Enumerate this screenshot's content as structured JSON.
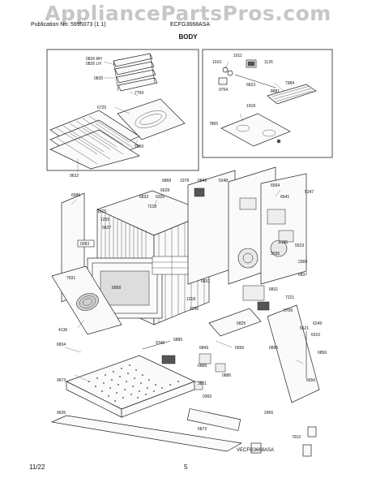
{
  "watermark": "AppliancePartsPros.com",
  "header": {
    "publication": "Publication No: 5995073 (1 1)",
    "model": "ECFG3668ASA",
    "section_title": "BODY"
  },
  "footer": {
    "date": "11/22",
    "page": "5"
  },
  "diagram_id": "VECFG3668ASA",
  "callouts": [
    {
      "id": "c1",
      "text": "0826 RH"
    },
    {
      "id": "c2",
      "text": "0826 LH"
    },
    {
      "id": "c3",
      "text": "0835"
    },
    {
      "id": "c4",
      "text": "7769"
    },
    {
      "id": "c5",
      "text": "6725"
    },
    {
      "id": "c6",
      "text": "7069"
    },
    {
      "id": "c7",
      "text": "9632"
    },
    {
      "id": "c8",
      "text": "1010"
    },
    {
      "id": "c9",
      "text": "1011"
    },
    {
      "id": "c10",
      "text": "1126"
    },
    {
      "id": "c11",
      "text": "9754"
    },
    {
      "id": "c12",
      "text": "6823"
    },
    {
      "id": "c13",
      "text": "7984"
    },
    {
      "id": "c14",
      "text": "8881"
    },
    {
      "id": "c15",
      "text": "1918"
    },
    {
      "id": "c16",
      "text": "7865"
    },
    {
      "id": "c17",
      "text": "6868"
    },
    {
      "id": "c18",
      "text": "1978"
    },
    {
      "id": "c19",
      "text": "6846"
    },
    {
      "id": "c20",
      "text": "5248"
    },
    {
      "id": "c21",
      "text": "6628"
    },
    {
      "id": "c22",
      "text": "6594"
    },
    {
      "id": "c23",
      "text": "6586"
    },
    {
      "id": "c24",
      "text": "6833"
    },
    {
      "id": "c25",
      "text": "6320"
    },
    {
      "id": "c26",
      "text": "6541"
    },
    {
      "id": "c27",
      "text": "5247"
    },
    {
      "id": "c28",
      "text": "7218"
    },
    {
      "id": "c29",
      "text": "1215"
    },
    {
      "id": "c30",
      "text": "1255"
    },
    {
      "id": "c31",
      "text": "6627"
    },
    {
      "id": "c32",
      "text": "2155"
    },
    {
      "id": "c33",
      "text": "5523"
    },
    {
      "id": "c34",
      "text": "0083"
    },
    {
      "id": "c35",
      "text": "3035"
    },
    {
      "id": "c36",
      "text": "2369"
    },
    {
      "id": "c37",
      "text": "7031"
    },
    {
      "id": "c38",
      "text": "6831"
    },
    {
      "id": "c39",
      "text": "6837"
    },
    {
      "id": "c40",
      "text": "6858"
    },
    {
      "id": "c41",
      "text": "1218"
    },
    {
      "id": "c42",
      "text": "1256"
    },
    {
      "id": "c43",
      "text": "6831"
    },
    {
      "id": "c44",
      "text": "7221"
    },
    {
      "id": "c45",
      "text": "5706"
    },
    {
      "id": "c46",
      "text": "4136"
    },
    {
      "id": "c47",
      "text": "6825"
    },
    {
      "id": "c48",
      "text": "5621"
    },
    {
      "id": "c49",
      "text": "6249"
    },
    {
      "id": "c50",
      "text": "6310"
    },
    {
      "id": "c51",
      "text": "6834"
    },
    {
      "id": "c52",
      "text": "9749"
    },
    {
      "id": "c53",
      "text": "6849"
    },
    {
      "id": "c54",
      "text": "6556"
    },
    {
      "id": "c55",
      "text": "6896"
    },
    {
      "id": "c56",
      "text": "6888"
    },
    {
      "id": "c57",
      "text": "0886"
    },
    {
      "id": "c58",
      "text": "9673"
    },
    {
      "id": "c59",
      "text": "3801"
    },
    {
      "id": "c60",
      "text": "6656"
    },
    {
      "id": "c61",
      "text": "0365"
    },
    {
      "id": "c62",
      "text": "2956"
    },
    {
      "id": "c63",
      "text": "9635"
    },
    {
      "id": "c64",
      "text": "7910"
    },
    {
      "id": "c65",
      "text": "6873"
    },
    {
      "id": "c66",
      "text": "6856"
    },
    {
      "id": "c67",
      "text": "6885"
    }
  ]
}
